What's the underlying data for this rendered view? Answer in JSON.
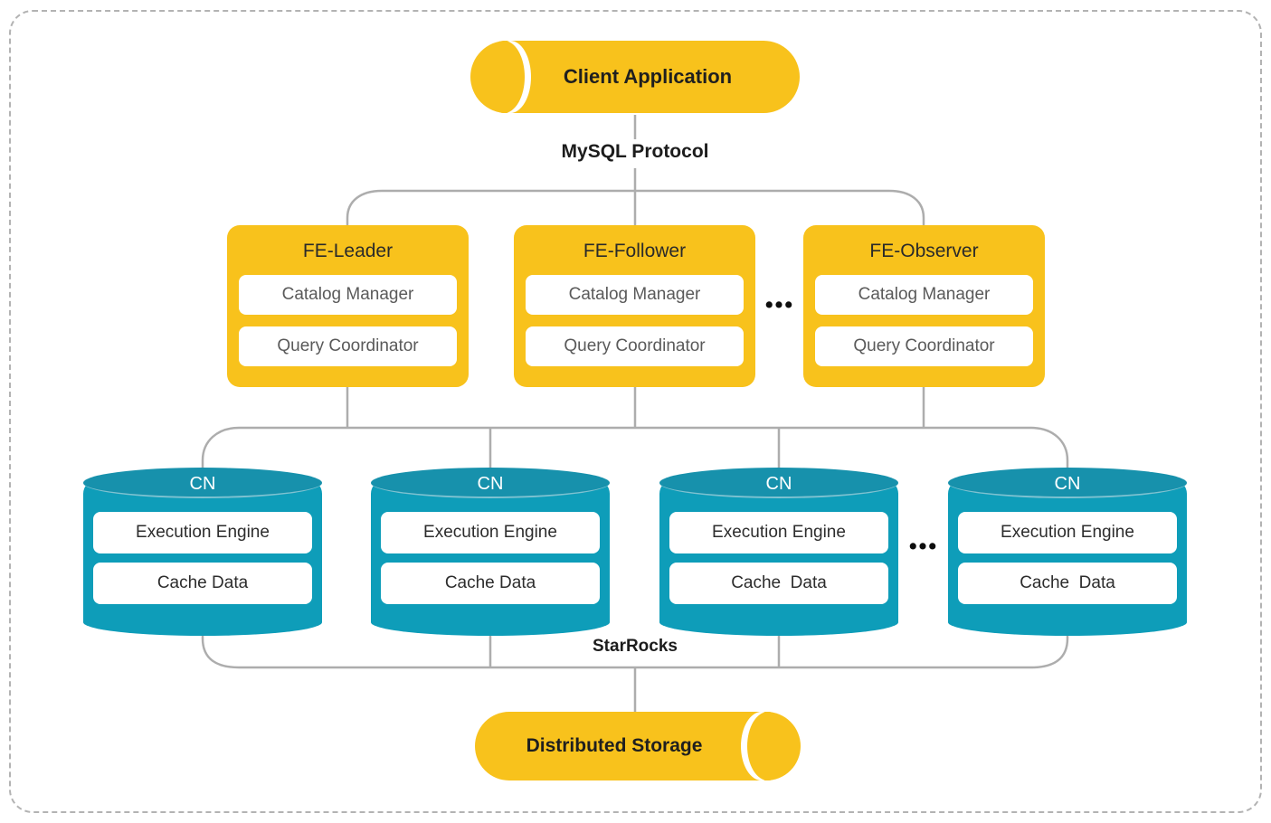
{
  "client": {
    "label": "Client Application"
  },
  "protocol": {
    "label": "MySQL Protocol"
  },
  "fe_nodes": [
    {
      "title": "FE-Leader",
      "components": [
        "Catalog Manager",
        "Query Coordinator"
      ]
    },
    {
      "title": "FE-Follower",
      "components": [
        "Catalog Manager",
        "Query Coordinator"
      ]
    },
    {
      "title": "FE-Observer",
      "components": [
        "Catalog Manager",
        "Query Coordinator"
      ]
    }
  ],
  "fe_ellipsis": "•••",
  "cn_nodes": [
    {
      "title": "CN",
      "components": [
        "Execution Engine",
        "Cache Data"
      ]
    },
    {
      "title": "CN",
      "components": [
        "Execution Engine",
        "Cache Data"
      ]
    },
    {
      "title": "CN",
      "components": [
        "Execution Engine",
        "Cache  Data"
      ]
    },
    {
      "title": "CN",
      "components": [
        "Execution Engine",
        "Cache  Data"
      ]
    }
  ],
  "cn_ellipsis": "•••",
  "cluster": {
    "label": "StarRocks"
  },
  "storage": {
    "label": "Distributed Storage"
  },
  "colors": {
    "yellow": "#F8C21C",
    "teal": "#0E9DB9",
    "teal_top": "#1791AC",
    "line": "#ADADAD"
  }
}
